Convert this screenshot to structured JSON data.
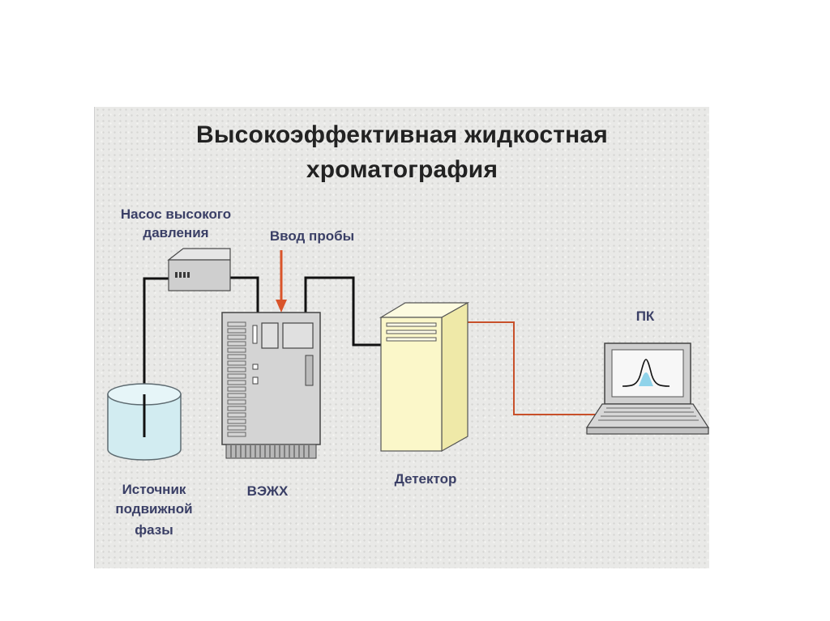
{
  "title": {
    "line1": "Высокоэффективная жидкостная",
    "line2": "хроматография"
  },
  "labels": {
    "pump_line1": "Насос высокого",
    "pump_line2": "давления",
    "injection": "Ввод пробы",
    "pc": "ПК",
    "source_line1": "Источник",
    "source_line2": "подвижной",
    "source_line3": "фазы",
    "hplc": "ВЭЖХ",
    "detector": "Детектор"
  },
  "colors": {
    "tube": "#111111",
    "signal_line": "#c8502a",
    "arrow": "#d9542a",
    "reservoir_fill": "#d2ecf1",
    "detector_fill": "#fbf7c9",
    "hplc_fill": "#d4d4d4",
    "label_text": "#3a3f66"
  }
}
